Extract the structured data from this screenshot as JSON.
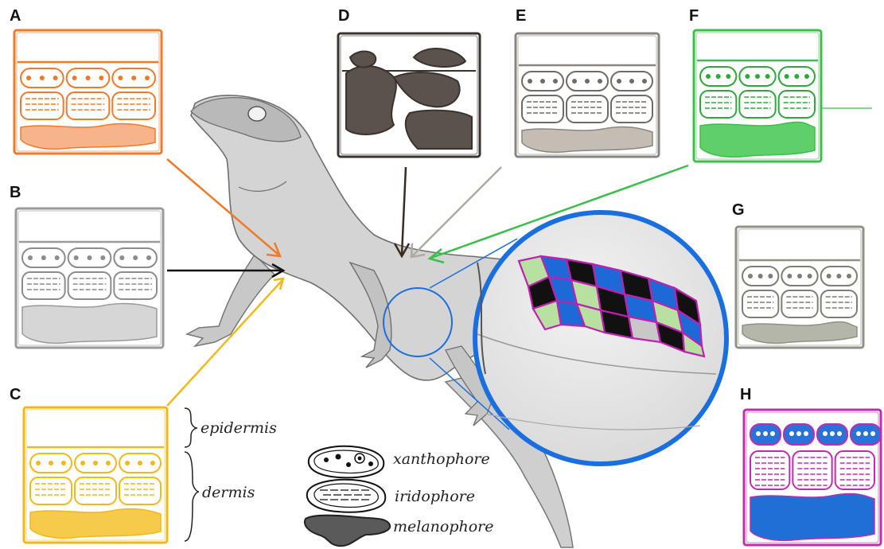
{
  "panels": [
    {
      "letter": "A",
      "color": "#f07a2a",
      "fill_melano": "#f7b48a",
      "fill_cells": "#ffffff",
      "cell_stroke": "#f07a2a"
    },
    {
      "letter": "B",
      "color": "#9a9a9a",
      "fill_melano": "#d6d6d6",
      "fill_cells": "#ffffff",
      "cell_stroke": "#8c8c8c"
    },
    {
      "letter": "C",
      "color": "#f2b81a",
      "fill_melano": "#f6ca4a",
      "fill_cells": "#ffffff",
      "cell_stroke": "#f2b81a"
    },
    {
      "letter": "D",
      "color": "#3a322c",
      "fill_melano": "#5b534b",
      "fill_cells": "#ffffff",
      "cell_stroke": "#3a322c"
    },
    {
      "letter": "E",
      "color": "#8a8580",
      "fill_melano": "#c4bdb4",
      "fill_cells": "#ffffff",
      "cell_stroke": "#6f6a64"
    },
    {
      "letter": "F",
      "color": "#3cbf4a",
      "fill_melano": "#5fcf6a",
      "fill_cells": "#ffffff",
      "cell_stroke": "#2ea83a"
    },
    {
      "letter": "G",
      "color": "#8e9183",
      "fill_melano": "#b4b6aa",
      "fill_cells": "#ffffff",
      "cell_stroke": "#7c7f72"
    },
    {
      "letter": "H",
      "color": "#c02cb0",
      "fill_melano": "#1f6fd6",
      "fill_cells": "#2a72d8",
      "cell_stroke": "#c02cb0"
    }
  ],
  "layer_labels": {
    "epidermis": "epidermis",
    "dermis": "dermis"
  },
  "legend": [
    {
      "label": "xanthophore",
      "icon": "xanthophore-icon"
    },
    {
      "label": "iridophore",
      "icon": "iridophore-icon"
    },
    {
      "label": "melanophore",
      "icon": "melanophore-icon"
    }
  ],
  "colors": {
    "lizard_body": "#d2d2d2",
    "lizard_shade": "#b5b5b5",
    "lizard_outline": "#7a7a7a",
    "zoom_circle": "#1a6fe0",
    "scale_blue": "#1d6ad6",
    "scale_green": "#b8e0a0",
    "scale_black": "#111111",
    "scale_outline": "#c020b0"
  }
}
